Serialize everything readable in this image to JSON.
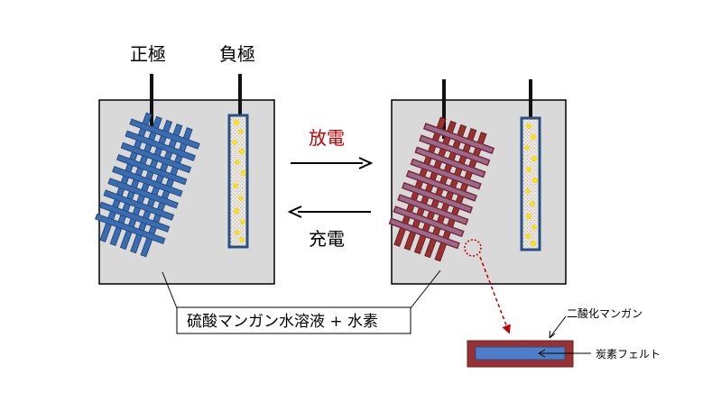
{
  "labels": {
    "positive_electrode": "正極",
    "negative_electrode": "負極",
    "discharge": "放電",
    "charge": "充電",
    "electrolyte": "硫酸マンガン水溶液 + 水素",
    "manganese_dioxide": "二酸化マンガン",
    "carbon_felt": "炭素フェルト"
  },
  "colors": {
    "tank_fill": "#d9d9d9",
    "blue_mesh": "#3a6db0",
    "blue_mesh_edge": "#264a80",
    "red_mesh": "#983232",
    "red_mesh_edge": "#6b1f1f",
    "discharge_text": "#c00000",
    "gas_bubble": "#ffe500",
    "felt_blue": "#4f7ec9",
    "felt_red": "#983232"
  }
}
